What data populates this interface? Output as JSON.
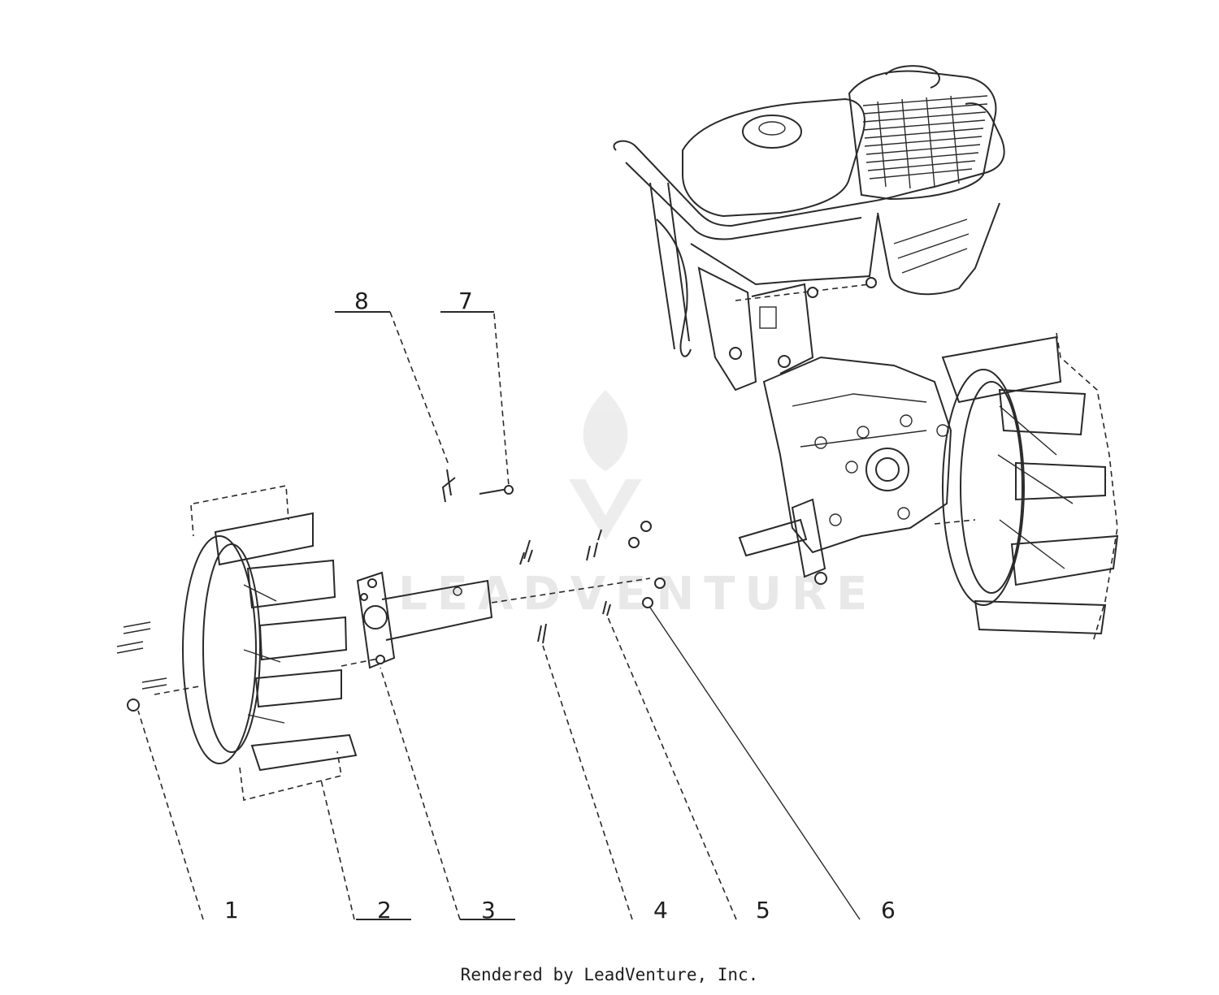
{
  "callouts": [
    "1",
    "2",
    "3",
    "4",
    "5",
    "6",
    "7",
    "8"
  ],
  "watermark": "LEADVENTURE",
  "footer": "Rendered by LeadVenture, Inc."
}
